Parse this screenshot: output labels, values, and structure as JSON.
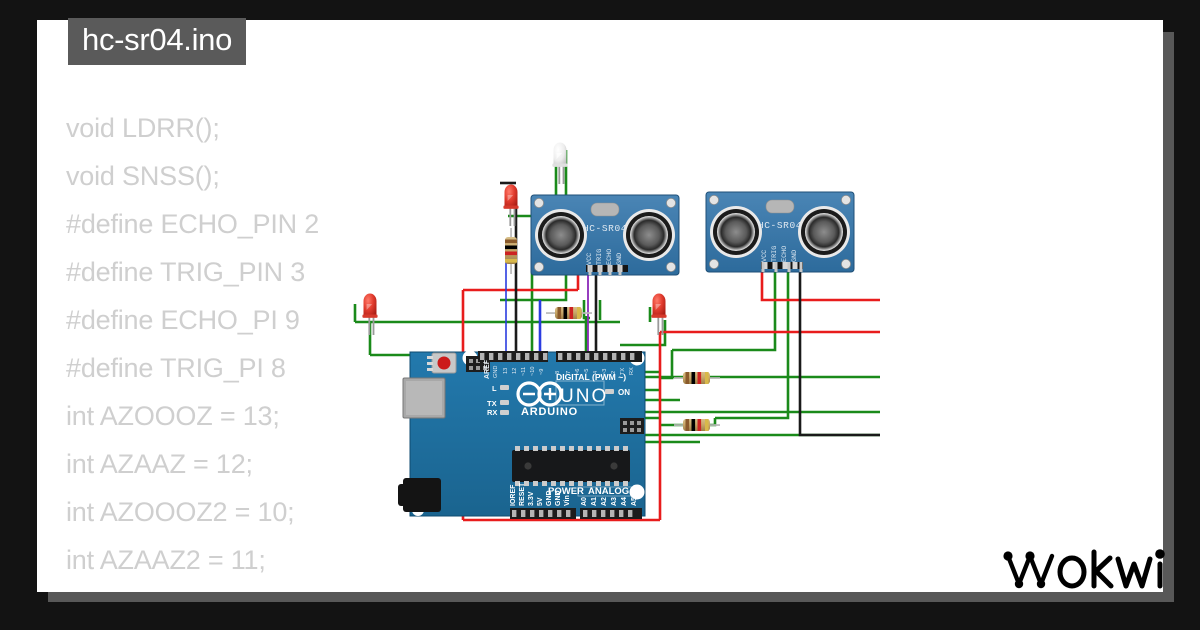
{
  "window": {
    "background_color": "#131313",
    "canvas_color": "#ffffff",
    "shadow_color": "#585858"
  },
  "tab": {
    "filename": "hc-sr04.ino",
    "background": "#5a5a5a",
    "text_color": "#ffffff"
  },
  "code": {
    "text_color": "#cfcfcf",
    "lines": [
      "void LDRR();",
      "void SNSS();",
      "#define ECHO_PIN 2",
      "#define TRIG_PIN 3",
      "#define ECHO_PI 9",
      "#define TRIG_PI 8",
      "int AZOOOZ = 13;",
      "int AZAAZ = 12;",
      "int AZOOOZ2 = 10;",
      "int AZAAZ2 = 11;"
    ]
  },
  "branding": {
    "logo_text": "wokwi",
    "logo_color": "#000000"
  },
  "diagram": {
    "board": {
      "name": "Arduino Uno",
      "silk_title": "UNO",
      "silk_brand": "ARDUINO",
      "board_color": "#1c6ca1",
      "header_color": "#2b2b2b",
      "digital_header_label": "DIGITAL (PWM ~)",
      "aref_label": "AREF",
      "gnd_label": "GND",
      "digital_pins": [
        "13",
        "12",
        "~11",
        "~10",
        "~9",
        "8",
        "7",
        "~6",
        "~5",
        "4",
        "~3",
        "2",
        "TX",
        "RX"
      ],
      "power_label": "POWER",
      "power_pins": [
        "IOREF",
        "RESET",
        "3.3V",
        "5V",
        "GND",
        "GND",
        "Vin"
      ],
      "analog_label": "ANALOG IN",
      "analog_pins": [
        "A0",
        "A1",
        "A2",
        "A3",
        "A4",
        "A5"
      ],
      "led_labels": [
        "L",
        "TX",
        "RX",
        "ON"
      ]
    },
    "sensors": [
      {
        "name": "HC-SR04 Ultrasonic Distance Sensor (left)",
        "silk": "HC-SR04",
        "pins": [
          "VCC",
          "TRIG",
          "ECHO",
          "GND"
        ],
        "body_color": "#3976a8"
      },
      {
        "name": "HC-SR04 Ultrasonic Distance Sensor (right)",
        "silk": "HC-SR04",
        "pins": [
          "VCC",
          "TRIG",
          "ECHO",
          "GND"
        ],
        "body_color": "#3976a8"
      }
    ],
    "leds": [
      {
        "name": "led-red-top-left",
        "color": "#e23c2e"
      },
      {
        "name": "led-white-top",
        "color": "#f0f0f0"
      },
      {
        "name": "led-red-mid-left",
        "color": "#e23c2e"
      },
      {
        "name": "led-red-mid-right",
        "color": "#e23c2e"
      }
    ],
    "resistors": [
      {
        "name": "resistor-vertical-left",
        "bands": [
          "#8a5a2b",
          "#000000",
          "#cc2222",
          "#d8b84a"
        ]
      },
      {
        "name": "resistor-horizontal-mid",
        "bands": [
          "#8a5a2b",
          "#000000",
          "#cc2222",
          "#d8b84a"
        ]
      },
      {
        "name": "resistor-horizontal-right-1",
        "bands": [
          "#8a5a2b",
          "#000000",
          "#cc2222",
          "#d8b84a"
        ]
      },
      {
        "name": "resistor-horizontal-right-2",
        "bands": [
          "#8a5a2b",
          "#000000",
          "#cc2222",
          "#d8b84a"
        ]
      }
    ],
    "wire_colors": {
      "green": "#1a8a1a",
      "red": "#e81c1c",
      "black": "#1a1a1a",
      "blue": "#2a3ce0",
      "purple": "#8a28b8",
      "gray": "#c8c8c8"
    }
  }
}
